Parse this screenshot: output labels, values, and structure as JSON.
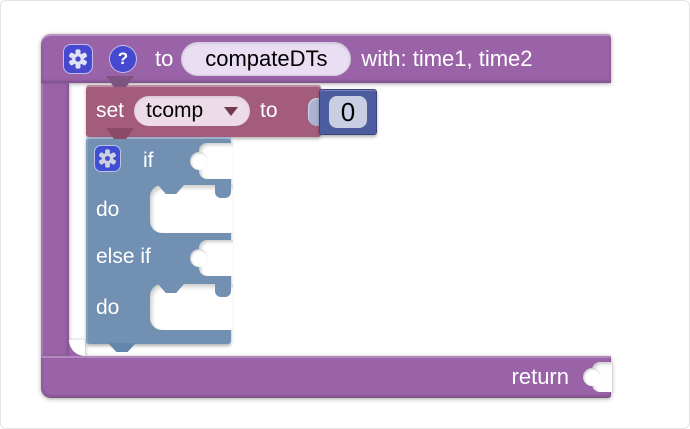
{
  "colors": {
    "purple": "#9a63a8",
    "purple_dark": "#7d5580",
    "maroon": "#a35c7c",
    "maroon_dark": "#8a4a66",
    "steel": "#7190b2",
    "steel_dark": "#6387ab",
    "slate": "#4d5c9e",
    "slate_border": "#37457c",
    "slate_field": "#c9cee3",
    "field_light": "#e9def2",
    "dropdown_field": "#eddce8",
    "icon_blue": "#4649d0",
    "arrow_maroon": "#72394f",
    "plug": "#aab3d2",
    "white_text": "#ffffff"
  },
  "icons": {
    "gear": "gear-icon",
    "help": "question-mark-icon",
    "dropdown_arrow": "chevron-down-icon"
  },
  "function_block": {
    "label_to": "to",
    "name": "compateDTs",
    "params_label": "with: time1, time2",
    "return_label": "return",
    "help_glyph": "?"
  },
  "set_block": {
    "label_set": "set",
    "variable": "tcomp",
    "label_to": "to"
  },
  "number_block": {
    "value": "0"
  },
  "if_block": {
    "label_if": "if",
    "label_do_1": "do",
    "label_else_if": "else if",
    "label_do_2": "do"
  }
}
